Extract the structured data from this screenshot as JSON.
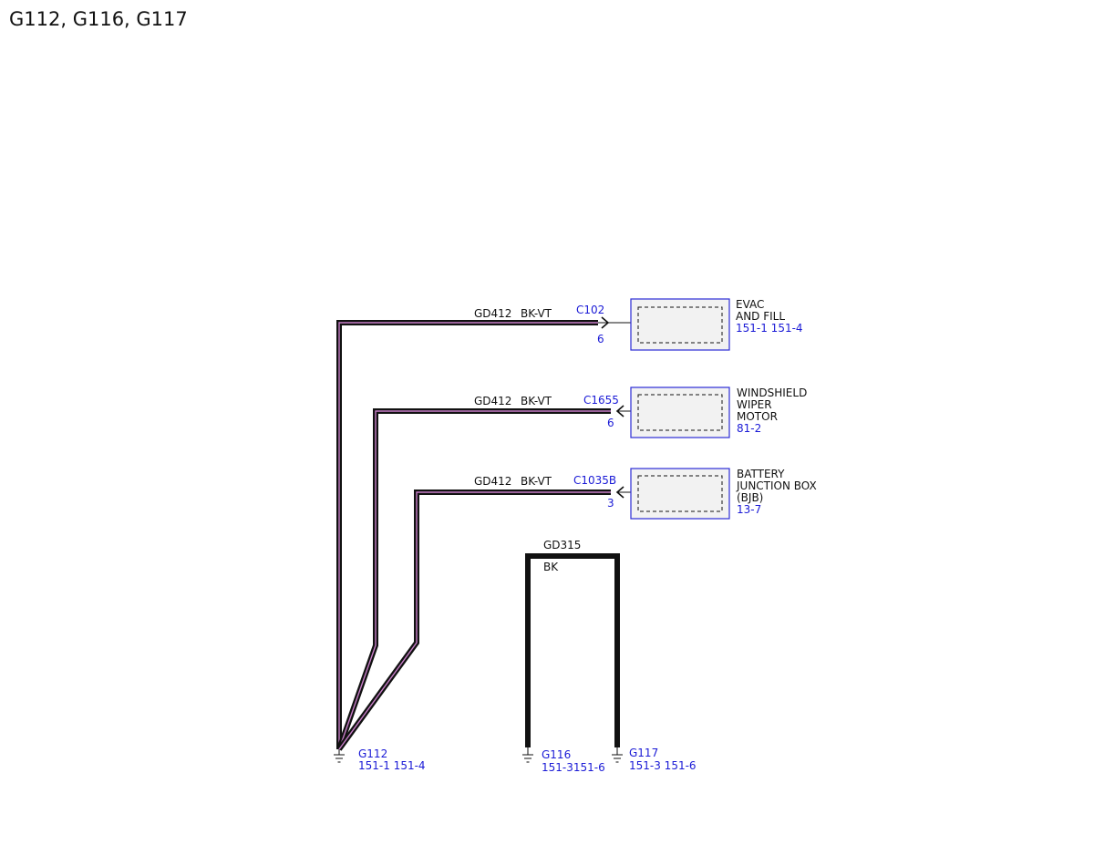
{
  "title": "G112, G116, G117",
  "colors": {
    "wire_outer": "#111111",
    "wire_stripe": "#c77dc7",
    "reference_text": "#1a1ad6",
    "component_border": "#2b2bd6",
    "component_fill": "#f2f2f2"
  },
  "circuits": [
    {
      "id": "GD412",
      "color_code": "BK-VT",
      "connector": "C102",
      "pin": "6",
      "component": {
        "lines": [
          "EVAC",
          "AND FILL"
        ],
        "reference": "151-1 151-4"
      }
    },
    {
      "id": "GD412",
      "color_code": "BK-VT",
      "connector": "C1655",
      "pin": "6",
      "component": {
        "lines": [
          "WINDSHIELD",
          "WIPER",
          "MOTOR"
        ],
        "reference": "81-2"
      }
    },
    {
      "id": "GD412",
      "color_code": "BK-VT",
      "connector": "C1035B",
      "pin": "3",
      "component": {
        "lines": [
          "BATTERY",
          "JUNCTION BOX",
          "(BJB)"
        ],
        "reference": "13-7"
      }
    }
  ],
  "ground_circuit": {
    "id": "GD315",
    "color_code": "BK"
  },
  "grounds": [
    {
      "name": "G112",
      "reference": "151-1 151-4"
    },
    {
      "name": "G116",
      "reference": "151-3151-6"
    },
    {
      "name": "G117",
      "reference": "151-3 151-6"
    }
  ]
}
